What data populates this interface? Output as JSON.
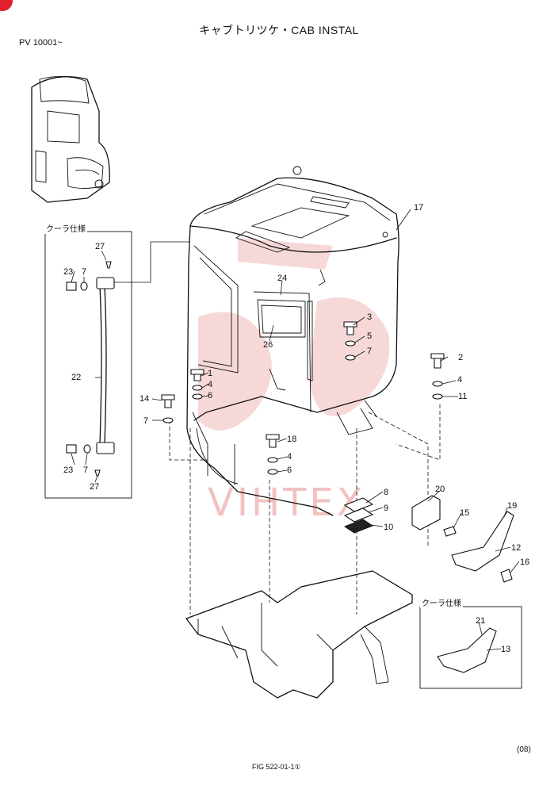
{
  "header": {
    "title": "キャブトリツケ・CAB INSTAL",
    "serial": "PV 10001~"
  },
  "insets": {
    "cooler_left": "クーラ仕様",
    "cooler_right": "クーラ仕様"
  },
  "watermark": "VIHTEX",
  "callouts": [
    "1",
    "2",
    "3",
    "4",
    "4",
    "4",
    "5",
    "6",
    "6",
    "7",
    "7",
    "7",
    "7",
    "7",
    "8",
    "9",
    "10",
    "11",
    "12",
    "13",
    "14",
    "15",
    "16",
    "17",
    "18",
    "19",
    "20",
    "21",
    "22",
    "23",
    "23",
    "24",
    "26",
    "27",
    "27"
  ],
  "footer": {
    "page": "(08)",
    "figure": "FIG  522-01-1①"
  }
}
